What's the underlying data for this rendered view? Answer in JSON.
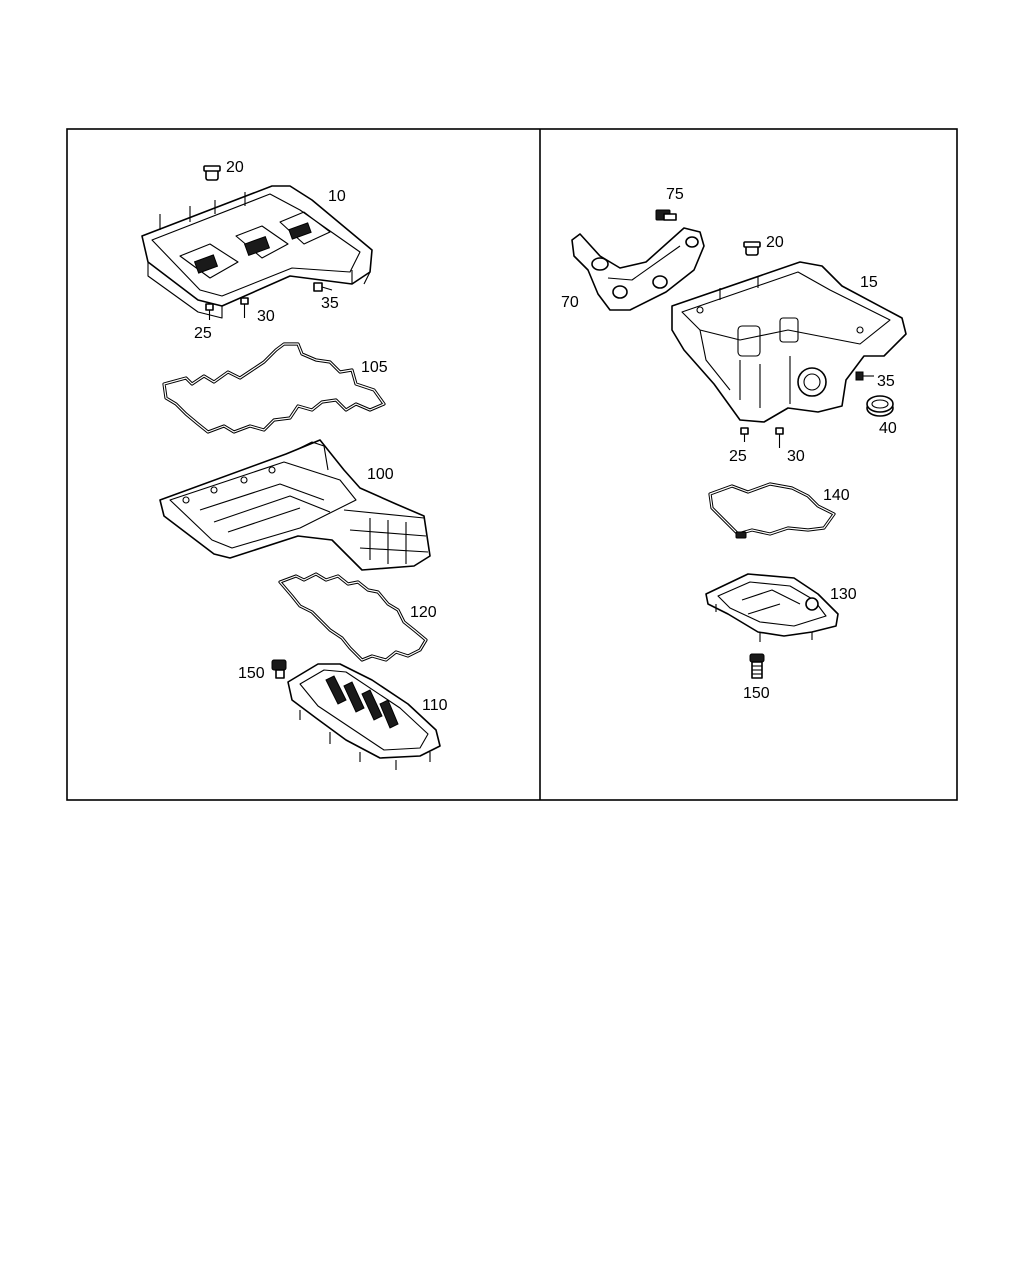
{
  "left_panel": {
    "callouts": {
      "c20": "20",
      "c10": "10",
      "c35": "35",
      "c30": "30",
      "c25": "25",
      "c105": "105",
      "c100": "100",
      "c120": "120",
      "c150": "150",
      "c110": "110"
    }
  },
  "right_panel": {
    "callouts": {
      "c75": "75",
      "c20": "20",
      "c15": "15",
      "c70": "70",
      "c35": "35",
      "c40": "40",
      "c25": "25",
      "c30": "30",
      "c140": "140",
      "c130": "130",
      "c150": "150"
    }
  }
}
